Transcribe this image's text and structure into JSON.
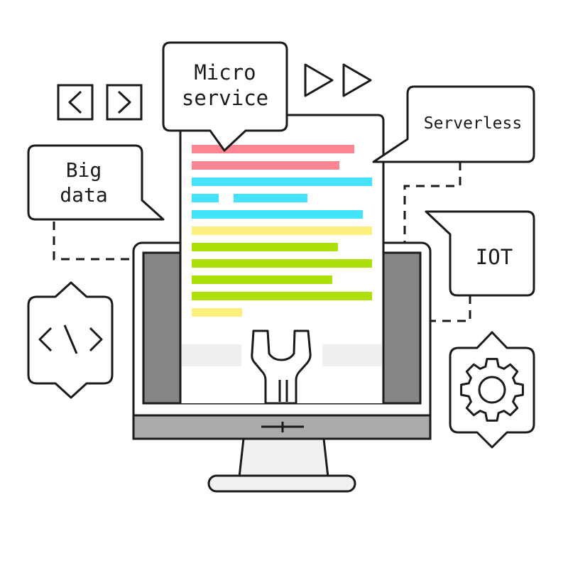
{
  "bubbles": {
    "micro_line1": "Micro",
    "micro_line2": "service",
    "serverless": "Serverless",
    "bigdata_line1": "Big",
    "bigdata_line2": "data",
    "iot": "IOT"
  },
  "colors": {
    "outline": "#1a1a1a",
    "screen_frame": "#8a8a8a",
    "stand_light": "#f0f1f1",
    "line_red": "#fd8591",
    "line_cyan": "#43e3fb",
    "line_yellow": "#fcf17f",
    "line_green": "#addf09",
    "ghost": "#eef0f0"
  },
  "icons": {
    "prev": "chevron-left-icon",
    "next": "chevron-right-icon",
    "play": "double-play-icon",
    "code": "code-brackets-icon",
    "gear": "gear-icon",
    "wrench": "wrench-icon"
  },
  "document_lines": [
    {
      "color": "line_red",
      "fraction": 0.9
    },
    {
      "color": "line_red",
      "fraction": 0.82
    },
    {
      "color": "line_cyan",
      "fraction": 1.0
    },
    {
      "color": "line_cyan",
      "fraction": 0.15,
      "split": 0.64
    },
    {
      "color": "line_cyan",
      "fraction": 0.95
    },
    {
      "color": "line_yellow",
      "fraction": 1.0
    },
    {
      "color": "line_green",
      "fraction": 0.81
    },
    {
      "color": "line_green",
      "fraction": 1.0
    },
    {
      "color": "line_green",
      "fraction": 0.78
    },
    {
      "color": "line_green",
      "fraction": 1.0
    },
    {
      "color": "line_yellow",
      "fraction": 0.28
    }
  ]
}
